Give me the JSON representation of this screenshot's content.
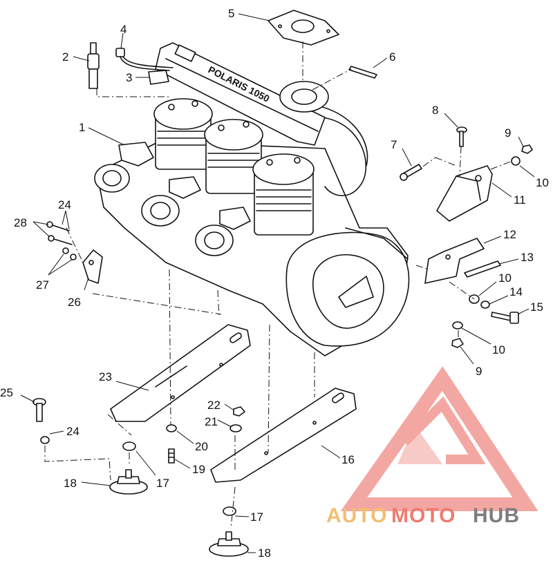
{
  "callouts": [
    {
      "id": "1",
      "text": "1"
    },
    {
      "id": "2",
      "text": "2"
    },
    {
      "id": "3",
      "text": "3"
    },
    {
      "id": "4",
      "text": "4"
    },
    {
      "id": "5",
      "text": "5"
    },
    {
      "id": "6",
      "text": "6"
    },
    {
      "id": "7",
      "text": "7"
    },
    {
      "id": "8",
      "text": "8"
    },
    {
      "id": "9a",
      "text": "9"
    },
    {
      "id": "10a",
      "text": "10"
    },
    {
      "id": "11",
      "text": "11"
    },
    {
      "id": "12",
      "text": "12"
    },
    {
      "id": "13",
      "text": "13"
    },
    {
      "id": "10b",
      "text": "10"
    },
    {
      "id": "14",
      "text": "14"
    },
    {
      "id": "15",
      "text": "15"
    },
    {
      "id": "10c",
      "text": "10"
    },
    {
      "id": "9b",
      "text": "9"
    },
    {
      "id": "16",
      "text": "16"
    },
    {
      "id": "17a",
      "text": "17"
    },
    {
      "id": "17b",
      "text": "17"
    },
    {
      "id": "18a",
      "text": "18"
    },
    {
      "id": "18b",
      "text": "18"
    },
    {
      "id": "19",
      "text": "19"
    },
    {
      "id": "20",
      "text": "20"
    },
    {
      "id": "21",
      "text": "21"
    },
    {
      "id": "22",
      "text": "22"
    },
    {
      "id": "23",
      "text": "23"
    },
    {
      "id": "24a",
      "text": "24"
    },
    {
      "id": "24b",
      "text": "24"
    },
    {
      "id": "25",
      "text": "25"
    },
    {
      "id": "26",
      "text": "26"
    },
    {
      "id": "27",
      "text": "27"
    },
    {
      "id": "28",
      "text": "28"
    }
  ],
  "engine_label": "POLARIS 1050",
  "watermark": {
    "part1": "AUTO",
    "part2": "MOTO",
    "part3": "HUB",
    "colors": {
      "part1": "#f3be70",
      "part2": "#f07a6e",
      "part3": "#7d7d7d",
      "logo": "#f08a84"
    }
  }
}
